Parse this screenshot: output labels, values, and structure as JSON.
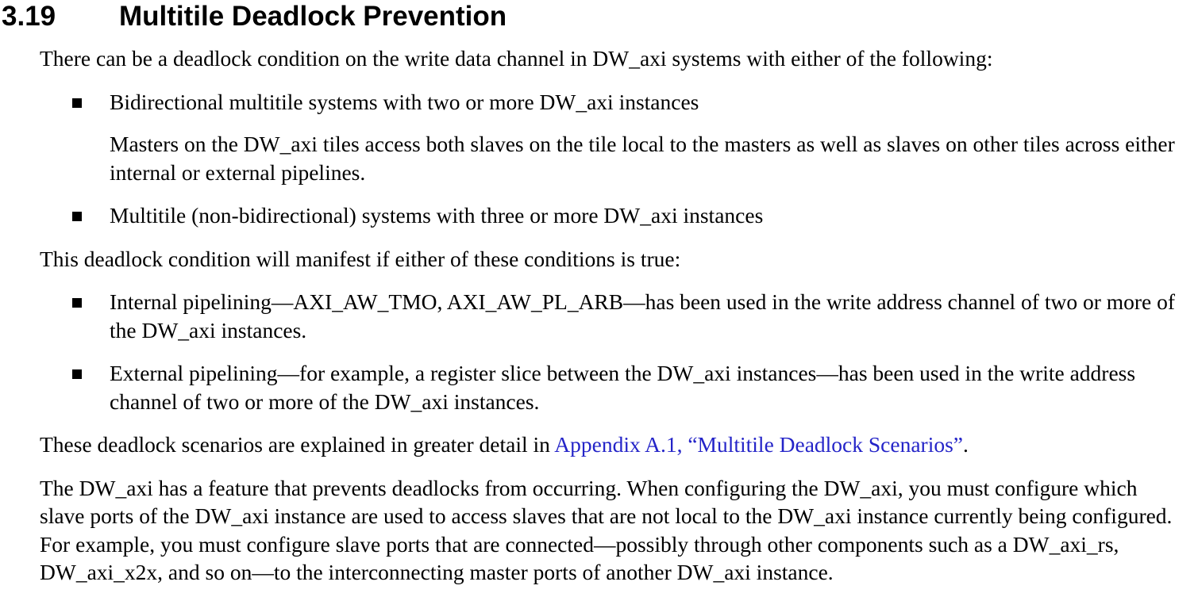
{
  "section": {
    "number": "3.19",
    "title": "Multitile Deadlock Prevention"
  },
  "intro": "There can be a deadlock condition on the write data channel in DW_axi systems with either of the following:",
  "system_bullets": [
    {
      "text": "Bidirectional multitile systems with two or more DW_axi instances",
      "sub": "Masters on the DW_axi tiles access both slaves on the tile local to the masters as well as slaves on other tiles across either internal or external pipelines."
    },
    {
      "text": "Multitile (non-bidirectional) systems with three or more DW_axi instances"
    }
  ],
  "conditions_intro": "This deadlock condition will manifest if either of these conditions is true:",
  "condition_bullets": [
    "Internal pipelining—AXI_AW_TMO, AXI_AW_PL_ARB—has been used in the write address channel of two or more of the DW_axi instances.",
    "External pipelining—for example, a register slice between the DW_axi instances—has been used in the write address channel of two or more of the DW_axi instances."
  ],
  "scenarios": {
    "prefix": "These deadlock scenarios are explained in greater detail in ",
    "link": "Appendix A.1, “Multitile Deadlock Scenarios”",
    "suffix": "."
  },
  "feature": "The DW_axi has a feature that prevents deadlocks from occurring. When configuring the DW_axi, you must configure which slave ports of the DW_axi instance are used to access slaves that are not local to the DW_axi instance currently being configured. For example, you must configure slave ports that are connected—possibly through other components such as a DW_axi_rs, DW_axi_x2x, and so on—to the interconnecting master ports of another DW_axi instance.",
  "colors": {
    "text": "#000000",
    "link": "#2424c8"
  }
}
